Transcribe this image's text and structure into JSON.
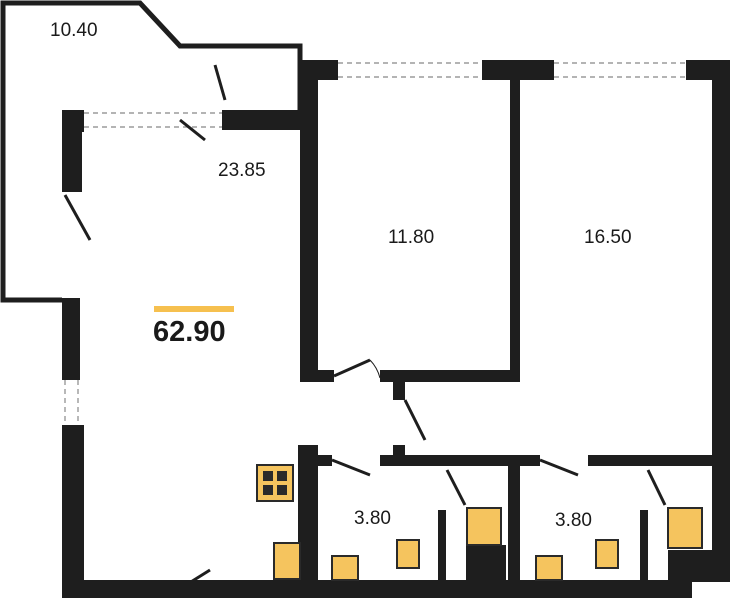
{
  "total_area": "62.90",
  "rooms": {
    "balcony": "10.40",
    "kitchen_living": "23.85",
    "bedroom_1": "11.80",
    "bedroom_2": "16.50",
    "bathroom_1": "3.80",
    "bathroom_2": "3.80"
  },
  "colors": {
    "wall": "#1e1e1e",
    "fixture": "#f5c45e",
    "accent": "#f6c04f"
  }
}
